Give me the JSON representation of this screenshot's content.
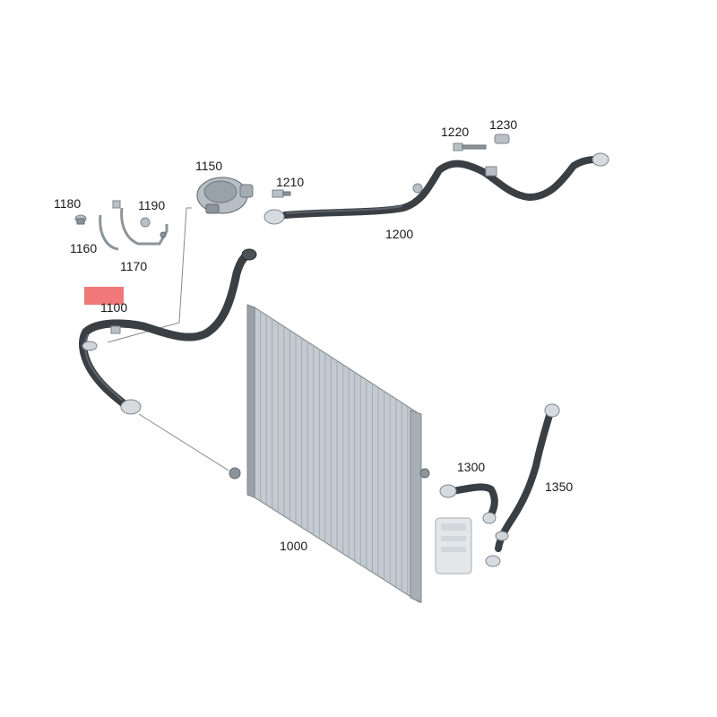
{
  "callouts": {
    "c1180": "1180",
    "c1190": "1190",
    "c1160": "1160",
    "c1170": "1170",
    "c1150": "1150",
    "c1210": "1210",
    "c1220": "1220",
    "c1230": "1230",
    "c1200": "1200",
    "c1100": "1100",
    "c1000": "1000",
    "c1300": "1300",
    "c1350": "1350"
  },
  "colors": {
    "highlight": "#f07878",
    "hose": "#3a3f44",
    "radiator": "#b9c1c8"
  }
}
